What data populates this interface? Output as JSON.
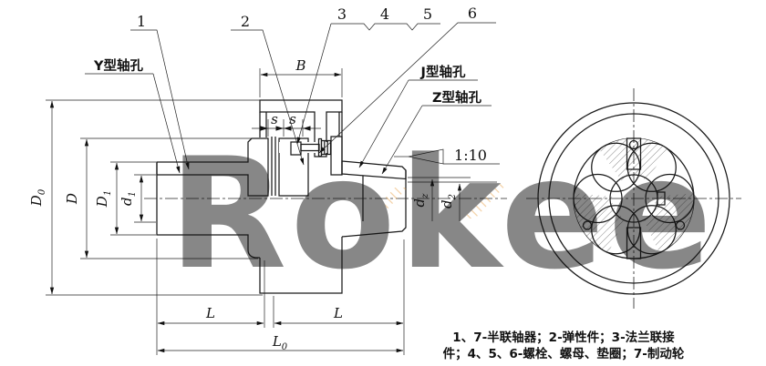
{
  "drawing": {
    "title_hint": "coupling engineering drawing",
    "watermark": "Rokee",
    "caption": {
      "line1": "1、7-半联轴器；2-弹性件；3-法兰联接",
      "line2": "件；4、5、6-螺栓、螺母、垫圈；7-制动轮"
    },
    "callouts": {
      "c1": "1",
      "c2": "2",
      "c3": "3",
      "c4": "4",
      "c5": "5",
      "c6": "6"
    },
    "labels": {
      "bore_y": "Y型轴孔",
      "bore_j": "J型轴孔",
      "bore_z": "Z型轴孔",
      "taper": "1:10"
    },
    "dims": {
      "D0": {
        "main": "D",
        "sub": "0"
      },
      "D": {
        "main": "D",
        "sub": ""
      },
      "D1": {
        "main": "D",
        "sub": "1"
      },
      "d1": {
        "main": "d",
        "sub": "1"
      },
      "B": {
        "main": "B",
        "sub": ""
      },
      "s_left": {
        "main": "s",
        "sub": ""
      },
      "s_right": {
        "main": "s",
        "sub": ""
      },
      "L_left": {
        "main": "L",
        "sub": ""
      },
      "L_right": {
        "main": "L",
        "sub": ""
      },
      "L0": {
        "main": "L",
        "sub": "0"
      },
      "dz": {
        "main": "d",
        "sub": "z"
      },
      "d2": {
        "main": "d",
        "sub": "2"
      }
    },
    "colors": {
      "line": "#1a1a1a",
      "watermark_blue": "#bcd2ea",
      "watermark_orange": "#e8a24b"
    }
  }
}
